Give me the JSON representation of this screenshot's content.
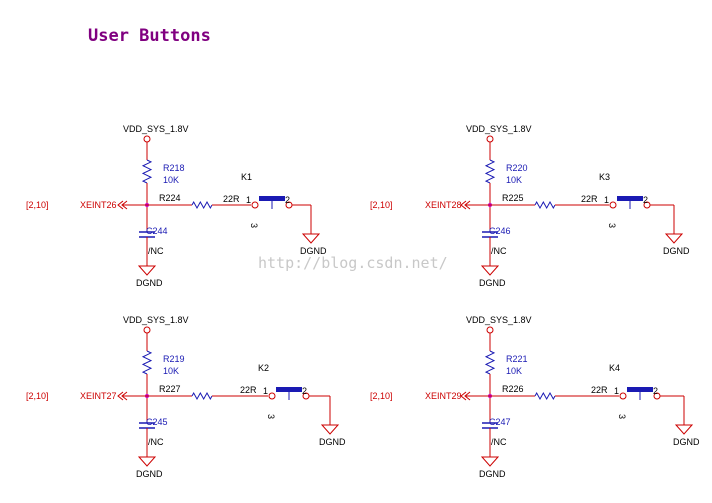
{
  "title": "User Buttons",
  "watermark": "http://blog.csdn.net/",
  "colors": {
    "title": "#800080",
    "wire": "#cc0000",
    "label": "#1a1ab3",
    "net": "#cc0000",
    "cap": "#1a1ab3",
    "junction": "#cc00cc",
    "black": "#000000",
    "watermark": "#c8c8c8"
  },
  "circuits": [
    {
      "supply": "VDD_SYS_1.8V",
      "pullup": "R218",
      "pullup_value": "10K",
      "series": "R224",
      "series_value": "22R",
      "cap": "C244",
      "cap_note": "/NC",
      "net": "XEINT26",
      "ref": "[2,10]",
      "switch": "K1",
      "pin1": "1",
      "pin2": "2",
      "pin3": "3",
      "gnd_cap": "DGND",
      "gnd_switch": "DGND"
    },
    {
      "supply": "VDD_SYS_1.8V",
      "pullup": "R220",
      "pullup_value": "10K",
      "series": "R225",
      "series_value": "22R",
      "cap": "C246",
      "cap_note": "/NC",
      "net": "XEINT28",
      "ref": "[2,10]",
      "switch": "K3",
      "pin1": "1",
      "pin2": "2",
      "pin3": "3",
      "gnd_cap": "DGND",
      "gnd_switch": "DGND"
    },
    {
      "supply": "VDD_SYS_1.8V",
      "pullup": "R219",
      "pullup_value": "10K",
      "series": "R227",
      "series_value": "22R",
      "cap": "C245",
      "cap_note": "/NC",
      "net": "XEINT27",
      "ref": "[2,10]",
      "switch": "K2",
      "pin1": "1",
      "pin2": "2",
      "pin3": "3",
      "gnd_cap": "DGND",
      "gnd_switch": "DGND"
    },
    {
      "supply": "VDD_SYS_1.8V",
      "pullup": "R221",
      "pullup_value": "10K",
      "series": "R226",
      "series_value": "22R",
      "cap": "C247",
      "cap_note": "/NC",
      "net": "XEINT29",
      "ref": "[2,10]",
      "switch": "K4",
      "pin1": "1",
      "pin2": "2",
      "pin3": "3",
      "gnd_cap": "DGND",
      "gnd_switch": "DGND"
    }
  ]
}
